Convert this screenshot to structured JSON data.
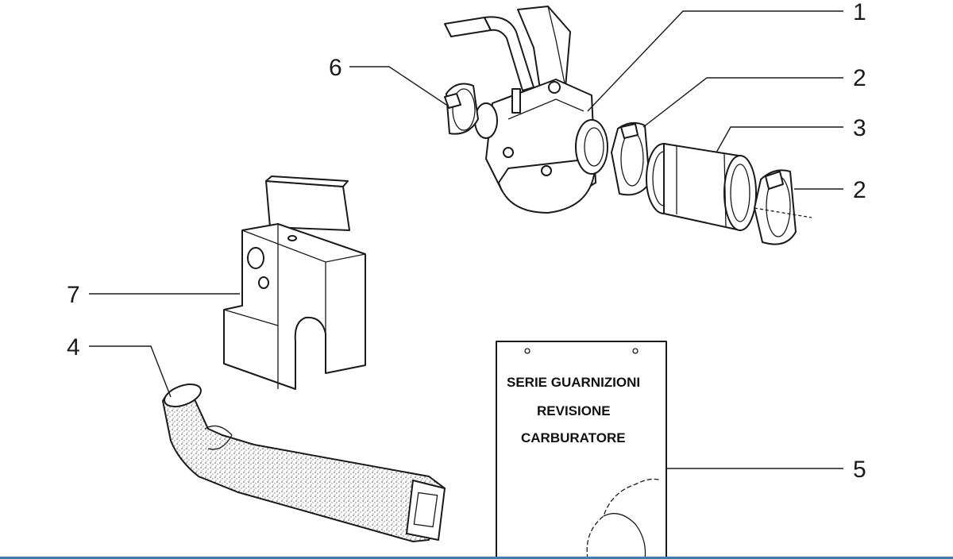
{
  "callouts": {
    "c1": "1",
    "c2a": "2",
    "c2b": "2",
    "c3": "3",
    "c4": "4",
    "c5": "5",
    "c6": "6",
    "c7": "7"
  },
  "gasket_kit": {
    "line1": "SERIE GUARNIZIONI",
    "line2": "REVISIONE",
    "line3": "CARBURATORE"
  },
  "colors": {
    "line": "#1a1a1a",
    "background": "#ffffff",
    "bottom_bar": "#3f7ea6"
  }
}
